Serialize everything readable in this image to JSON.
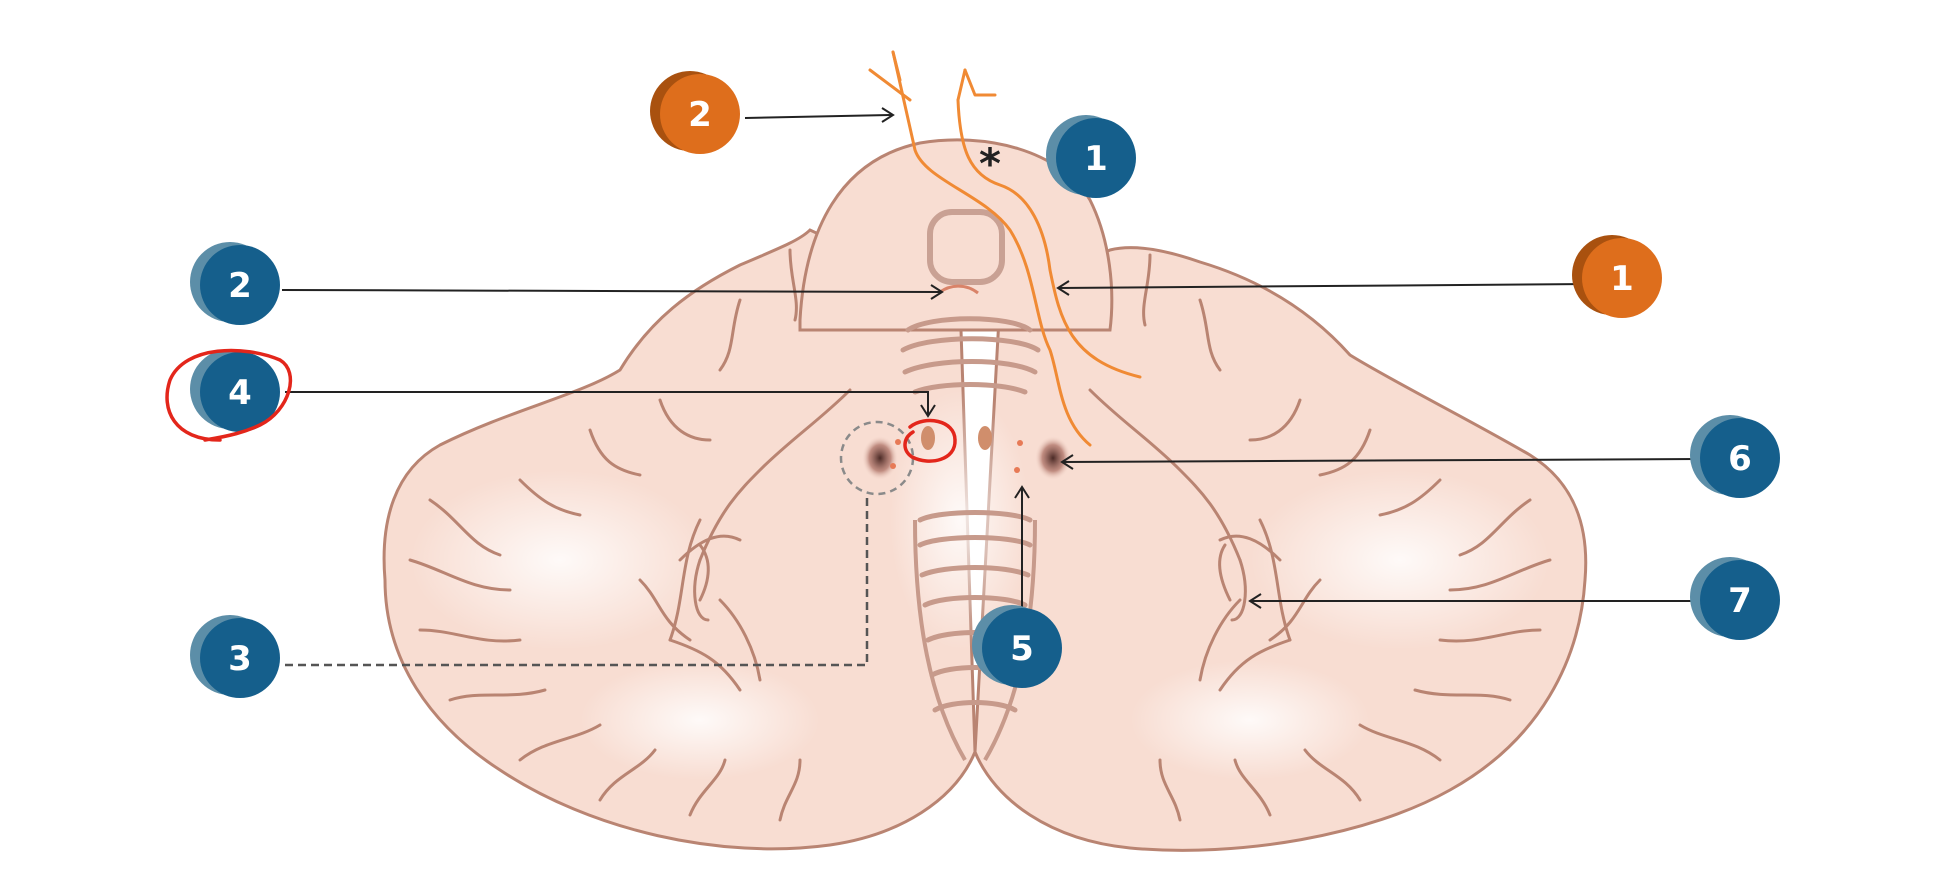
{
  "colors": {
    "blue": "#155f8c",
    "blue_shadow": "#5c8ea8",
    "orange": "#de6e1c",
    "orange_shadow": "#a9510f",
    "tissue": "#f8ddd2",
    "tissue_outline": "#b98472",
    "nerve": "#f08a34",
    "pointer": "#222222",
    "highlight": "#e3261b"
  },
  "asterisk": "*",
  "badges": [
    {
      "id": "orange-top",
      "label": "2",
      "color": "orange"
    },
    {
      "id": "blue-top-right",
      "label": "1",
      "color": "blue"
    },
    {
      "id": "orange-right",
      "label": "1",
      "color": "orange"
    },
    {
      "id": "blue-left-2",
      "label": "2",
      "color": "blue"
    },
    {
      "id": "blue-left-4",
      "label": "4",
      "color": "blue"
    },
    {
      "id": "blue-right-6",
      "label": "6",
      "color": "blue"
    },
    {
      "id": "blue-right-7",
      "label": "7",
      "color": "blue"
    },
    {
      "id": "blue-left-3",
      "label": "3",
      "color": "blue"
    },
    {
      "id": "blue-center-5",
      "label": "5",
      "color": "blue"
    }
  ]
}
